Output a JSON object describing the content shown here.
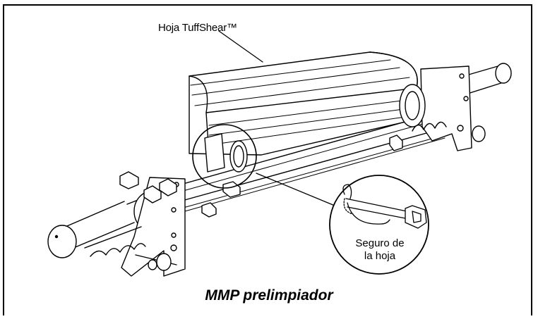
{
  "labels": {
    "blade": "Hoja TuffShear™",
    "blade_lock_line1": "Seguro de",
    "blade_lock_line2": "la hoja"
  },
  "caption": "MMP prelimpiador",
  "colors": {
    "line": "#000000",
    "background": "#ffffff"
  }
}
